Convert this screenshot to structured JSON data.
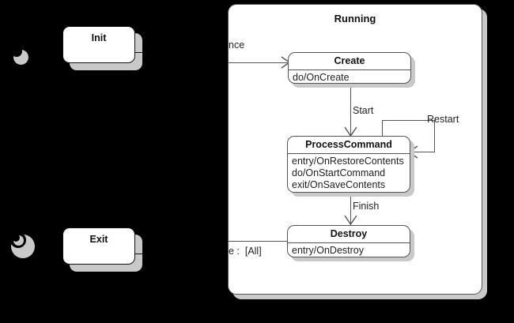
{
  "diagram": {
    "type": "uml-state-machine",
    "background_color": "#000000",
    "box_fill": "#ffffff",
    "box_border": "#555555",
    "shadow_color": "#c9c9c9",
    "text_color": "#222222"
  },
  "outer_states": [
    {
      "name": "Init",
      "label": "Init"
    },
    {
      "name": "Exit",
      "label": "Exit"
    }
  ],
  "pseudostates": [
    {
      "name": "initial-state",
      "kind": "initial",
      "label": ""
    },
    {
      "name": "final-state",
      "kind": "final",
      "label": ""
    }
  ],
  "composite": {
    "name": "Running",
    "title": "Running",
    "substates": [
      {
        "name": "Create",
        "title": "Create",
        "actions": "do/OnCreate"
      },
      {
        "name": "ProcessCommand",
        "title": "ProcessCommand",
        "actions": "entry/OnRestoreContents\ndo/OnStartCommand\nexit/OnSaveContents"
      },
      {
        "name": "Destroy",
        "title": "Destroy",
        "actions": "entry/OnDestroy"
      }
    ]
  },
  "transitions": [
    {
      "name": "to-create",
      "label": "nce",
      "from": "Init",
      "to": "Create"
    },
    {
      "name": "create-to-process",
      "label": "Start",
      "from": "Create",
      "to": "ProcessCommand"
    },
    {
      "name": "process-self-restart",
      "label": "Restart",
      "from": "ProcessCommand",
      "to": "ProcessCommand"
    },
    {
      "name": "process-to-destroy",
      "label": "Finish",
      "from": "ProcessCommand",
      "to": "Destroy"
    },
    {
      "name": "to-destroy-guard",
      "label": "e :  [All]",
      "from": "",
      "to": "Destroy"
    }
  ]
}
